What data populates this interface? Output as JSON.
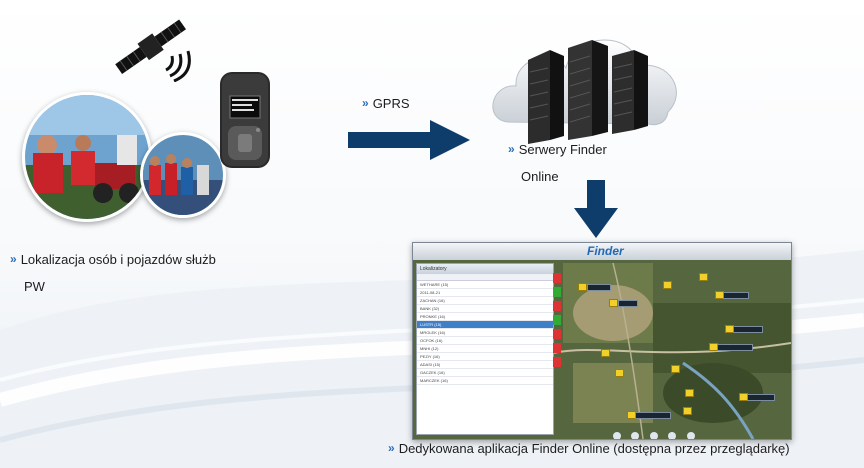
{
  "labels": {
    "gprs": "GPRS",
    "servers_line1": "Serwery Finder",
    "servers_line2": "Online",
    "location_line1": "Lokalizacja osób i pojazdów służb",
    "location_line2": "PW",
    "app": "Dedykowana aplikacja Finder Online (dostępna przez przeglądarkę)"
  },
  "app_screenshot": {
    "logo": "Finder",
    "panel_title": "Lokalizatory",
    "rows": [
      "WETHARE (15)",
      "2011-08-21",
      "ZACHAN (16)",
      "BANK (32)",
      "PRONKE (16)",
      "LUSTR (15)",
      "MROLEK (16)",
      "OCFOK (16)",
      "MNHI (12)",
      "PEZIY (16)",
      "ADASI (15)",
      "GACZEK (16)",
      "MARCZEK (16)"
    ],
    "selected_row": 5
  },
  "colors": {
    "arrow": "#0e3d6b",
    "chevron": "#2f6fb6"
  }
}
